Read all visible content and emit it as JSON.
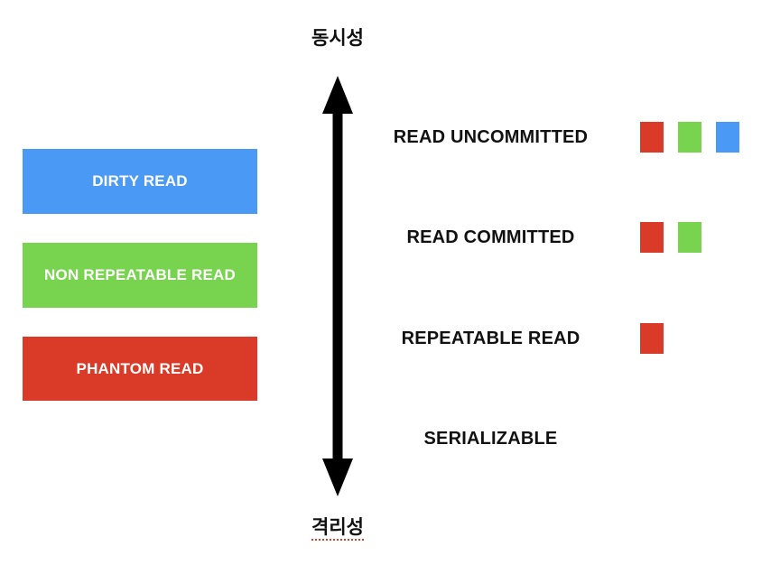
{
  "axis": {
    "top_label": "동시성",
    "bottom_label": "격리성",
    "arrow_icon": "double-headed-vertical-arrow",
    "arrow_color": "#000000"
  },
  "legend": {
    "blocks": [
      {
        "label": "DIRTY READ",
        "color": "#4a9af5",
        "key": "dirty_read"
      },
      {
        "label": "NON REPEATABLE READ",
        "color": "#78d44e",
        "key": "non_repeatable_read"
      },
      {
        "label": "PHANTOM READ",
        "color": "#d93b28",
        "key": "phantom_read"
      }
    ]
  },
  "levels": [
    {
      "label": "READ UNCOMMITTED",
      "anomalies": [
        "phantom_read",
        "non_repeatable_read",
        "dirty_read"
      ],
      "swatch_colors": [
        "#d93b28",
        "#78d44e",
        "#4a9af5"
      ],
      "swatch_count": 3
    },
    {
      "label": "READ COMMITTED",
      "anomalies": [
        "phantom_read",
        "non_repeatable_read"
      ],
      "swatch_colors": [
        "#d93b28",
        "#78d44e"
      ],
      "swatch_count": 2
    },
    {
      "label": "REPEATABLE READ",
      "anomalies": [
        "phantom_read"
      ],
      "swatch_colors": [
        "#d93b28"
      ],
      "swatch_count": 1
    },
    {
      "label": "SERIALIZABLE",
      "anomalies": [],
      "swatch_colors": [],
      "swatch_count": 0
    }
  ],
  "colors": {
    "background": "#ffffff",
    "text": "#111111",
    "blue": "#4a9af5",
    "green": "#78d44e",
    "red": "#d93b28",
    "spellcheck_underline": "#e03b24"
  }
}
